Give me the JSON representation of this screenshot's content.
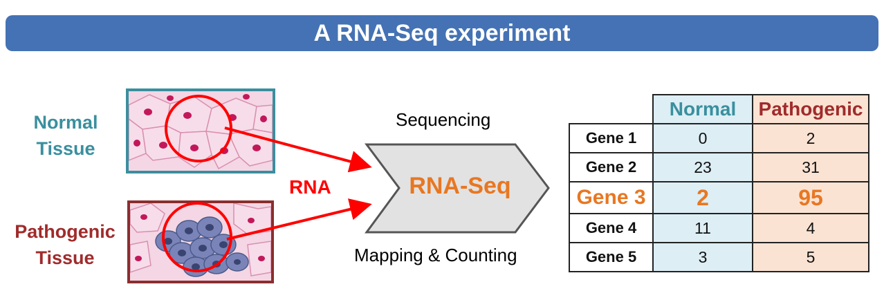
{
  "title": "A RNA-Seq experiment",
  "normal_tissue": {
    "line1": "Normal",
    "line2": "Tissue",
    "color": "#3a8f9e"
  },
  "pathogenic_tissue": {
    "line1": "Pathogenic",
    "line2": "Tissue",
    "color": "#a02b2b"
  },
  "rna_label": "RNA",
  "process": {
    "top_label": "Sequencing",
    "center_label": "RNA-Seq",
    "bottom_label": "Mapping & Counting"
  },
  "table": {
    "columns": [
      "Normal",
      "Pathogenic"
    ],
    "rows": [
      {
        "gene": "Gene 1",
        "normal": "0",
        "pathogenic": "2"
      },
      {
        "gene": "Gene 2",
        "normal": "23",
        "pathogenic": "31"
      },
      {
        "gene": "Gene 3",
        "normal": "2",
        "pathogenic": "95"
      },
      {
        "gene": "Gene 4",
        "normal": "11",
        "pathogenic": "4"
      },
      {
        "gene": "Gene 5",
        "normal": "3",
        "pathogenic": "5"
      }
    ]
  },
  "colors": {
    "banner": "#4472b4",
    "accent": "#e87722",
    "arrow": "#ff0000"
  }
}
